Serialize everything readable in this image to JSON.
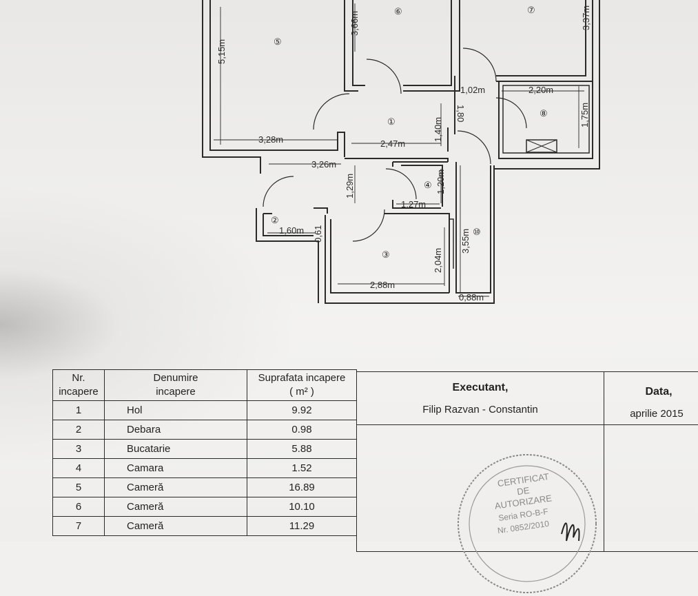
{
  "plan": {
    "rooms": [
      {
        "id": "room-1",
        "label": "①"
      },
      {
        "id": "room-2",
        "label": "②"
      },
      {
        "id": "room-3",
        "label": "③"
      },
      {
        "id": "room-4",
        "label": "④"
      },
      {
        "id": "room-5",
        "label": "⑤"
      },
      {
        "id": "room-6",
        "label": "⑥"
      },
      {
        "id": "room-7",
        "label": "⑦"
      },
      {
        "id": "room-8",
        "label": "⑧"
      },
      {
        "id": "room-10",
        "label": "⑩"
      }
    ],
    "dimensions": {
      "d_515": "5,15m",
      "d_366": "3,66m",
      "d_337": "3,37m",
      "d_102": "1,02m",
      "d_220": "2,20m",
      "d_175": "1,75m",
      "d_328": "3,28m",
      "d_247": "2,47m",
      "d_140": "1,40m",
      "d_180": "1,80",
      "d_326": "3,26m",
      "d_129": "1,29m",
      "d_120": "1,20m",
      "d_127": "1,27m",
      "d_160": "1,60m",
      "d_061": "0,61",
      "d_355": "3,55m",
      "d_204": "2,04m",
      "d_288": "2,88m",
      "d_088": "0,88m"
    }
  },
  "table": {
    "headers": {
      "nr": [
        "Nr.",
        "incapere"
      ],
      "name": [
        "Denumire",
        "incapere"
      ],
      "area": [
        "Suprafata incapere",
        "( m² )"
      ]
    },
    "rows": [
      {
        "nr": "1",
        "name": "Hol",
        "area": "9.92"
      },
      {
        "nr": "2",
        "name": "Debara",
        "area": "0.98"
      },
      {
        "nr": "3",
        "name": "Bucatarie",
        "area": "5.88"
      },
      {
        "nr": "4",
        "name": "Camara",
        "area": "1.52"
      },
      {
        "nr": "5",
        "name": "Cameră",
        "area": "16.89"
      },
      {
        "nr": "6",
        "name": "Cameră",
        "area": "10.10"
      },
      {
        "nr": "7",
        "name": "Cameră",
        "area": "11.29"
      }
    ]
  },
  "executant": {
    "title": "Executant,",
    "name": "Filip  Razvan - Constantin",
    "date_title": "Data,",
    "date": "aprilie  2015"
  },
  "stamp": {
    "text": [
      "CERTIFICAT",
      "DE",
      "AUTORIZARE",
      "Seria RO-B-F",
      "Nr. 0852/2010"
    ]
  }
}
